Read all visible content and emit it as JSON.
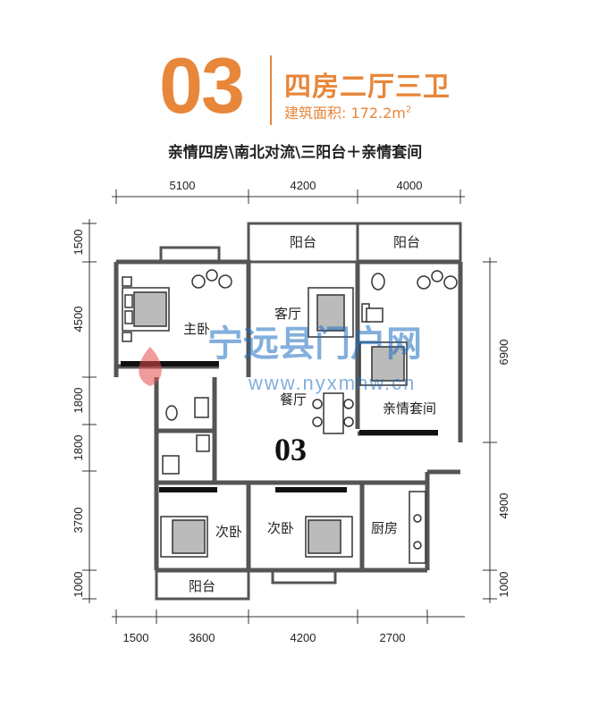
{
  "header": {
    "unit_code": "03",
    "unit_type": "四房二厅三卫",
    "area_label": "建筑面积: 172.2m",
    "area_sup": "2",
    "tagline": "亲情四房\\南北对流\\三阳台＋亲情套间"
  },
  "colors": {
    "accent": "#e8863a",
    "wall": "#555555",
    "fixture": "#333333"
  },
  "dimensions": {
    "top": [
      "5100",
      "4200",
      "4000"
    ],
    "bottom": [
      "1500",
      "3600",
      "4200",
      "2700"
    ],
    "left": [
      "1500",
      "4500",
      "1800",
      "1800",
      "3700",
      "1000"
    ],
    "right": [
      "6900",
      "4900",
      "1000"
    ]
  },
  "rooms": {
    "balcony_living": "阳台",
    "balcony_suite": "阳台",
    "balcony_bottom": "阳台",
    "master_bedroom": "主卧",
    "living_room": "客厅",
    "dining_room": "餐厅",
    "suite": "亲情套间",
    "bedroom_left": "次卧",
    "bedroom_mid": "次卧",
    "kitchen": "厨房"
  },
  "plan_label": "03",
  "watermark": {
    "text": "宁远县门户网",
    "url": "www.nyxmhw.cn"
  }
}
